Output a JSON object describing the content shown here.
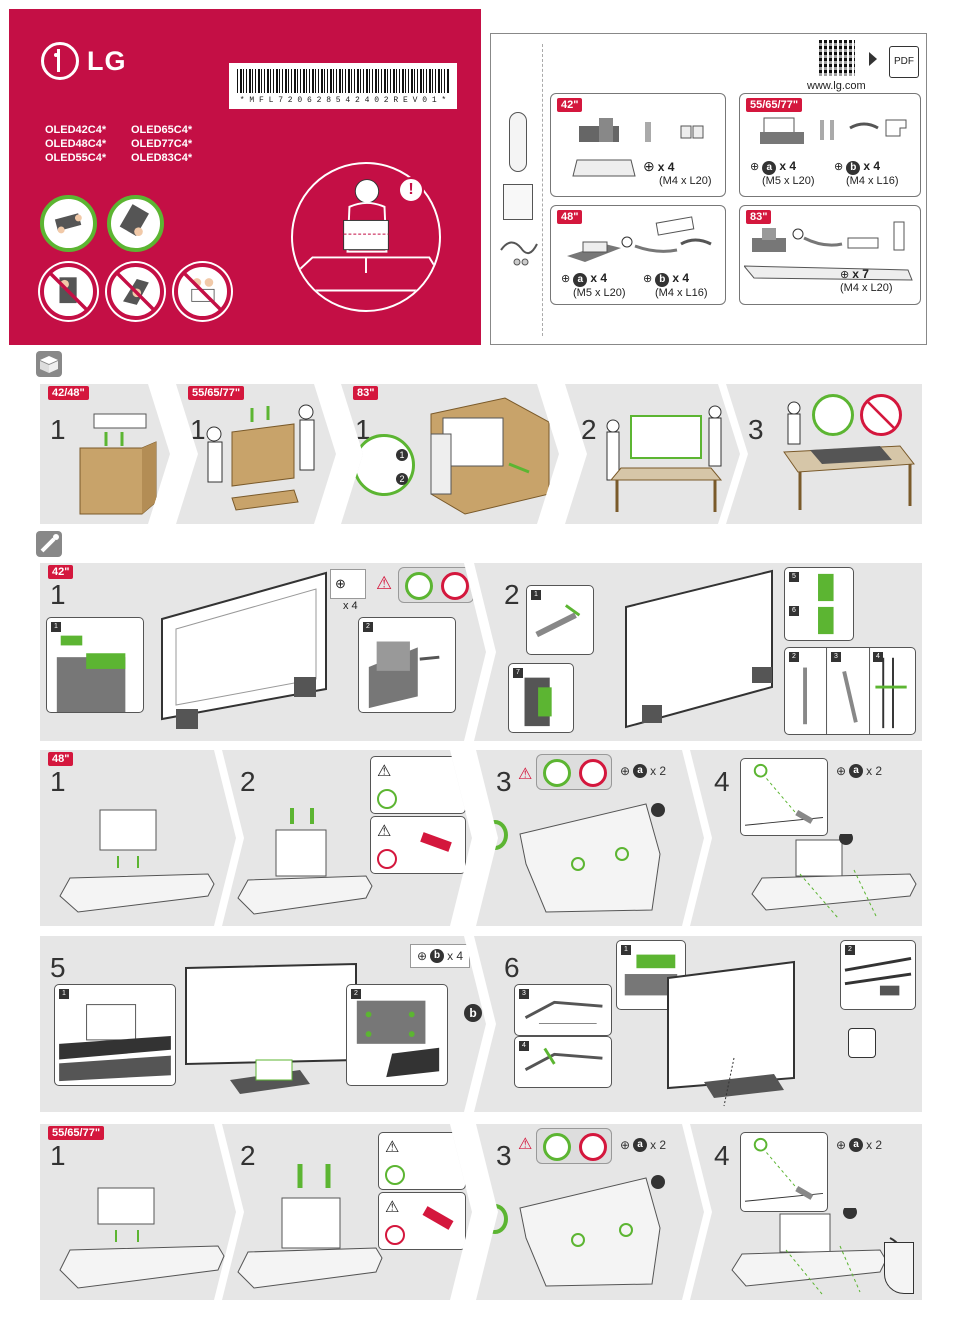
{
  "brand": {
    "name": "LG"
  },
  "barcode": {
    "code": "* M F L 7 2 0 6 2 8 5 4 2 4 0 2 R E V 0 1 *"
  },
  "models": [
    "OLED42C4*",
    "OLED65C4*",
    "OLED48C4*",
    "OLED77C4*",
    "OLED55C4*",
    "OLED83C4*"
  ],
  "accessories": {
    "site": "www.lg.com",
    "pdf_label": "PDF",
    "size_42": {
      "tag": "42\"",
      "count": "x 4",
      "spec": "(M4 x L20)"
    },
    "size_55": {
      "tag": "55/65/77\"",
      "a_count": "x 4",
      "a_spec": "(M5 x L20)",
      "b_count": "x 4",
      "b_spec": "(M4 x L16)"
    },
    "size_48": {
      "tag": "48\"",
      "a_count": "x 4",
      "a_spec": "(M5 x L20)",
      "b_count": "x 4",
      "b_spec": "(M4 x L16)"
    },
    "size_83": {
      "tag": "83\"",
      "count": "x 7",
      "spec": "(M4 x L20)"
    }
  },
  "unpack": {
    "tags": [
      "42/48\"",
      "55/65/77\"",
      "83\""
    ],
    "steps": [
      "1",
      "1",
      "1",
      "2",
      "3"
    ],
    "sub": [
      "1",
      "2"
    ]
  },
  "s42": {
    "tag": "42\"",
    "steps": [
      "1",
      "2"
    ],
    "count": "x 4",
    "insets": [
      "1",
      "2",
      "1",
      "5",
      "6",
      "2",
      "3",
      "4",
      "7"
    ]
  },
  "s48": {
    "tag": "48\"",
    "steps": [
      "1",
      "2",
      "3",
      "4"
    ],
    "a_count": "x 2",
    "a_label": "a",
    "row2_steps": [
      "5",
      "6"
    ],
    "b_count": "x 4",
    "b_label": "b"
  },
  "s55": {
    "tag": "55/65/77\"",
    "steps": [
      "1",
      "2",
      "3",
      "4"
    ],
    "a_count": "x 2",
    "a_label": "a"
  },
  "colors": {
    "brand_red": "#c40f45",
    "ok_green": "#5cb532",
    "warn_red": "#d4173d",
    "panel_gray": "#e6e6e6"
  }
}
